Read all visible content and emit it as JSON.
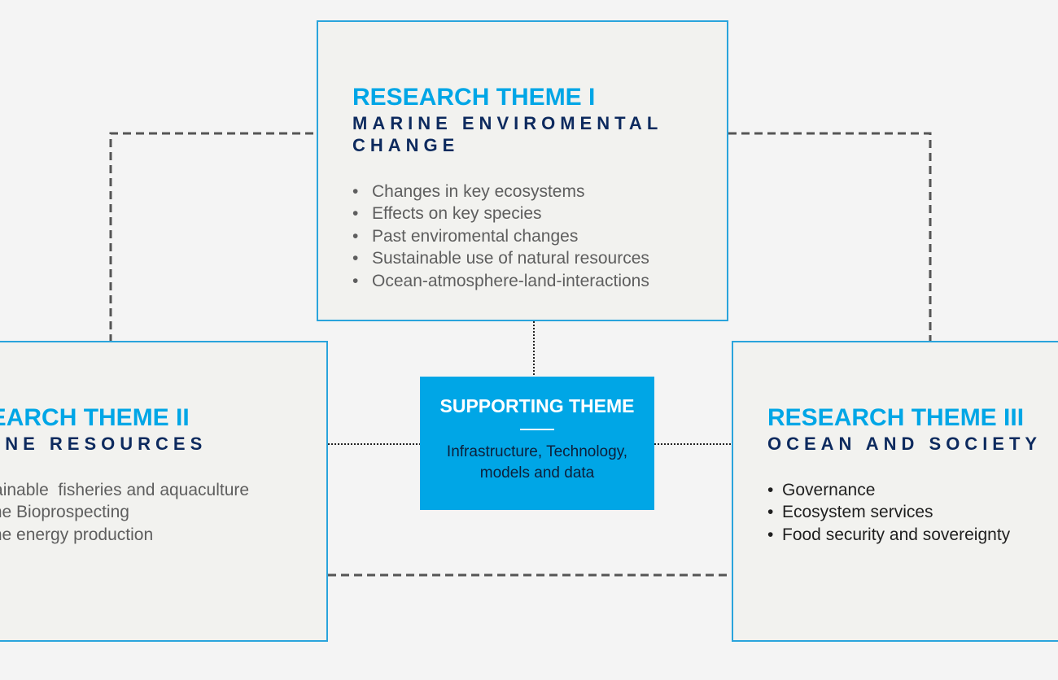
{
  "colors": {
    "accent": "#00a6e6",
    "navy": "#0d2a5e",
    "border": "#2aa4dc",
    "box_bg": "#f2f2ef",
    "page_bg": "#f4f4f4",
    "connector": "#555555"
  },
  "themes": [
    {
      "title": "RESEARCH THEME I",
      "subtitle": "MARINE ENVIROMENTAL CHANGE",
      "bullet_glyph": "•",
      "items": [
        "Changes in key ecosystems",
        "Effects on key species",
        "Past enviromental changes",
        "Sustainable use of natural resources",
        "Ocean-atmosphere-land-interactions"
      ]
    },
    {
      "title": "RESEARCH THEME II",
      "subtitle": "MARINE RESOURCES",
      "bullet_glyph": "•",
      "items": [
        "Sustainable  fisheries and aquaculture",
        "Marine Bioprospecting",
        "Marine energy production"
      ]
    },
    {
      "title": "RESEARCH THEME III",
      "subtitle": "OCEAN AND SOCIETY",
      "bullet_glyph": "•",
      "items": [
        "Governance",
        "Ecosystem services",
        "Food security and sovereignty"
      ]
    }
  ],
  "supporting": {
    "title": "SUPPORTING THEME",
    "text": "Infrastructure, Technology, models and data"
  }
}
